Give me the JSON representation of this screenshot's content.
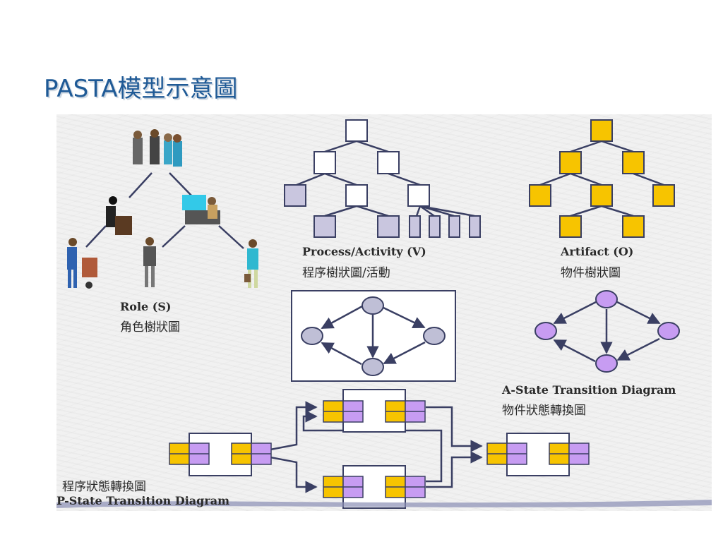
{
  "title": "PASTA模型示意圖",
  "labels": {
    "role_en": "Role (S)",
    "role_cn": "角色樹狀圖",
    "process_en": "Process/Activity (V)",
    "process_cn": "程序樹狀圖/活動",
    "artifact_en": "Artifact (O)",
    "artifact_cn": "物件樹狀圖",
    "astate_en": "A-State Transition Diagram",
    "astate_cn": "物件狀態轉換圖",
    "pstate_cn": "程序狀態轉換圖",
    "pstate_en": "P-State Transition Diagram"
  },
  "colors": {
    "title": "#1f5a96",
    "process_node_fill": "#ffffff",
    "process_leaf_fill": "#c9c6df",
    "artifact_node_fill": "#f7c400",
    "state_node_fill": "#bfbfd6",
    "astate_node_fill": "#c79cf2",
    "port_yellow": "#f7c400",
    "port_purple": "#c79cf2",
    "edge": "#3a3f63"
  },
  "icons": [
    "people-group-icon",
    "person-icon"
  ]
}
